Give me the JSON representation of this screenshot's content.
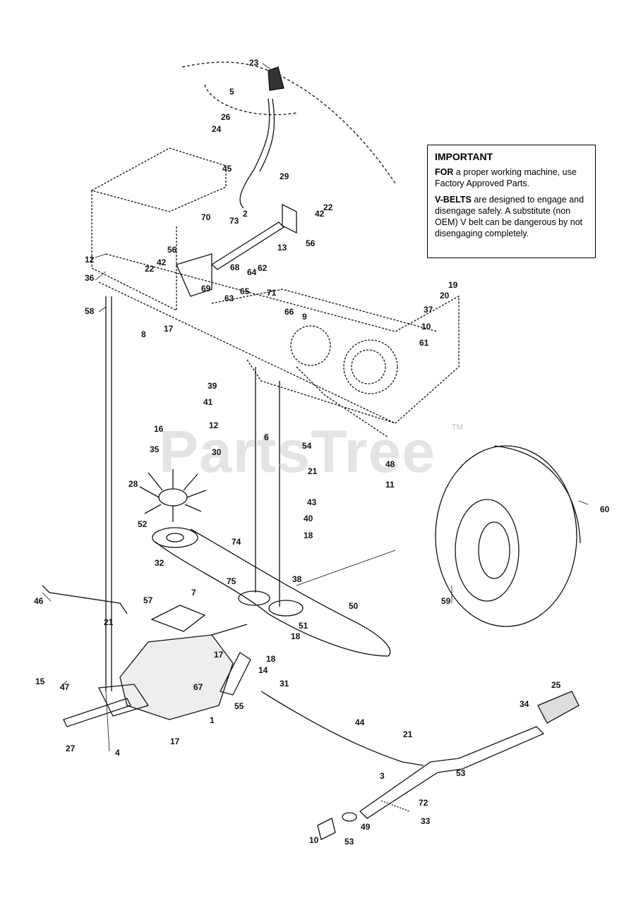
{
  "notice": {
    "heading": "IMPORTANT",
    "p1_bold": "FOR",
    "p1_rest": " a proper working machine, use Factory Approved Parts.",
    "p2_bold": "V-BELTS",
    "p2_rest": " are designed to engage and disengage safely. A substitute (non OEM) V belt can be dangerous by not disengaging completely."
  },
  "watermark": "PartsTree",
  "trademark": "TM",
  "callouts": [
    "23",
    "5",
    "26",
    "24",
    "45",
    "29",
    "22",
    "42",
    "56",
    "2",
    "70",
    "73",
    "13",
    "56",
    "42",
    "22",
    "12",
    "36",
    "69",
    "68",
    "64",
    "62",
    "63",
    "65",
    "71",
    "19",
    "20",
    "37",
    "58",
    "8",
    "17",
    "66",
    "9",
    "10",
    "61",
    "39",
    "41",
    "12",
    "16",
    "6",
    "54",
    "35",
    "30",
    "21",
    "48",
    "11",
    "28",
    "43",
    "40",
    "18",
    "60",
    "52",
    "74",
    "32",
    "38",
    "75",
    "7",
    "57",
    "50",
    "51",
    "18",
    "59",
    "46",
    "21",
    "17",
    "18",
    "14",
    "31",
    "15",
    "47",
    "67",
    "55",
    "1",
    "25",
    "34",
    "44",
    "27",
    "4",
    "17",
    "21",
    "53",
    "3",
    "72",
    "33",
    "49",
    "10",
    "53"
  ]
}
